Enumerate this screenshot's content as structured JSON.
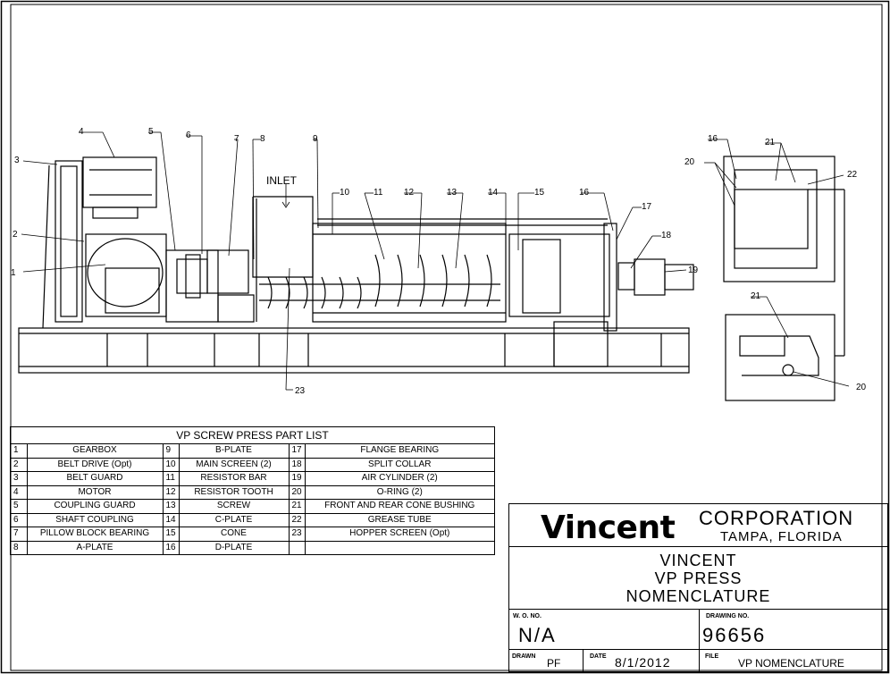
{
  "drawing": {
    "inlet_label": "INLET",
    "callouts": [
      "1",
      "2",
      "3",
      "4",
      "5",
      "6",
      "7",
      "8",
      "9",
      "10",
      "11",
      "12",
      "13",
      "14",
      "15",
      "16",
      "17",
      "18",
      "19",
      "16",
      "20",
      "21",
      "22",
      "21",
      "20",
      "23"
    ]
  },
  "parts_list": {
    "title": "VP SCREW PRESS PART LIST",
    "rows": [
      [
        {
          "n": "1",
          "name": "GEARBOX"
        },
        {
          "n": "9",
          "name": "B-PLATE"
        },
        {
          "n": "17",
          "name": "FLANGE BEARING"
        }
      ],
      [
        {
          "n": "2",
          "name": "BELT DRIVE (Opt)"
        },
        {
          "n": "10",
          "name": "MAIN SCREEN (2)"
        },
        {
          "n": "18",
          "name": "SPLIT COLLAR"
        }
      ],
      [
        {
          "n": "3",
          "name": "BELT GUARD"
        },
        {
          "n": "11",
          "name": "RESISTOR BAR"
        },
        {
          "n": "19",
          "name": "AIR CYLINDER (2)"
        }
      ],
      [
        {
          "n": "4",
          "name": "MOTOR"
        },
        {
          "n": "12",
          "name": "RESISTOR TOOTH"
        },
        {
          "n": "20",
          "name": "O-RING (2)"
        }
      ],
      [
        {
          "n": "5",
          "name": "COUPLING GUARD"
        },
        {
          "n": "13",
          "name": "SCREW"
        },
        {
          "n": "21",
          "name": "FRONT AND REAR CONE BUSHING"
        }
      ],
      [
        {
          "n": "6",
          "name": "SHAFT COUPLING"
        },
        {
          "n": "14",
          "name": "C-PLATE"
        },
        {
          "n": "22",
          "name": "GREASE TUBE"
        }
      ],
      [
        {
          "n": "7",
          "name": "PILLOW BLOCK BEARING"
        },
        {
          "n": "15",
          "name": "CONE"
        },
        {
          "n": "23",
          "name": "HOPPER SCREEN (Opt)"
        }
      ],
      [
        {
          "n": "8",
          "name": "A-PLATE"
        },
        {
          "n": "16",
          "name": "D-PLATE"
        },
        {
          "n": "",
          "name": ""
        }
      ]
    ]
  },
  "title_block": {
    "logo": "Vincent",
    "corporation": "CORPORATION",
    "location": "TAMPA, FLORIDA",
    "title_lines": [
      "VINCENT",
      "VP PRESS",
      "NOMENCLATURE"
    ],
    "wo_label": "W. O. NO.",
    "wo_value": "N/A",
    "drawing_no_label": "DRAWING NO.",
    "drawing_no_value": "96656",
    "drawn_label": "DRAWN",
    "drawn_value": "PF",
    "date_label": "DATE",
    "date_value": "8/1/2012",
    "file_label": "FILE",
    "file_value": "VP NOMENCLATURE"
  }
}
